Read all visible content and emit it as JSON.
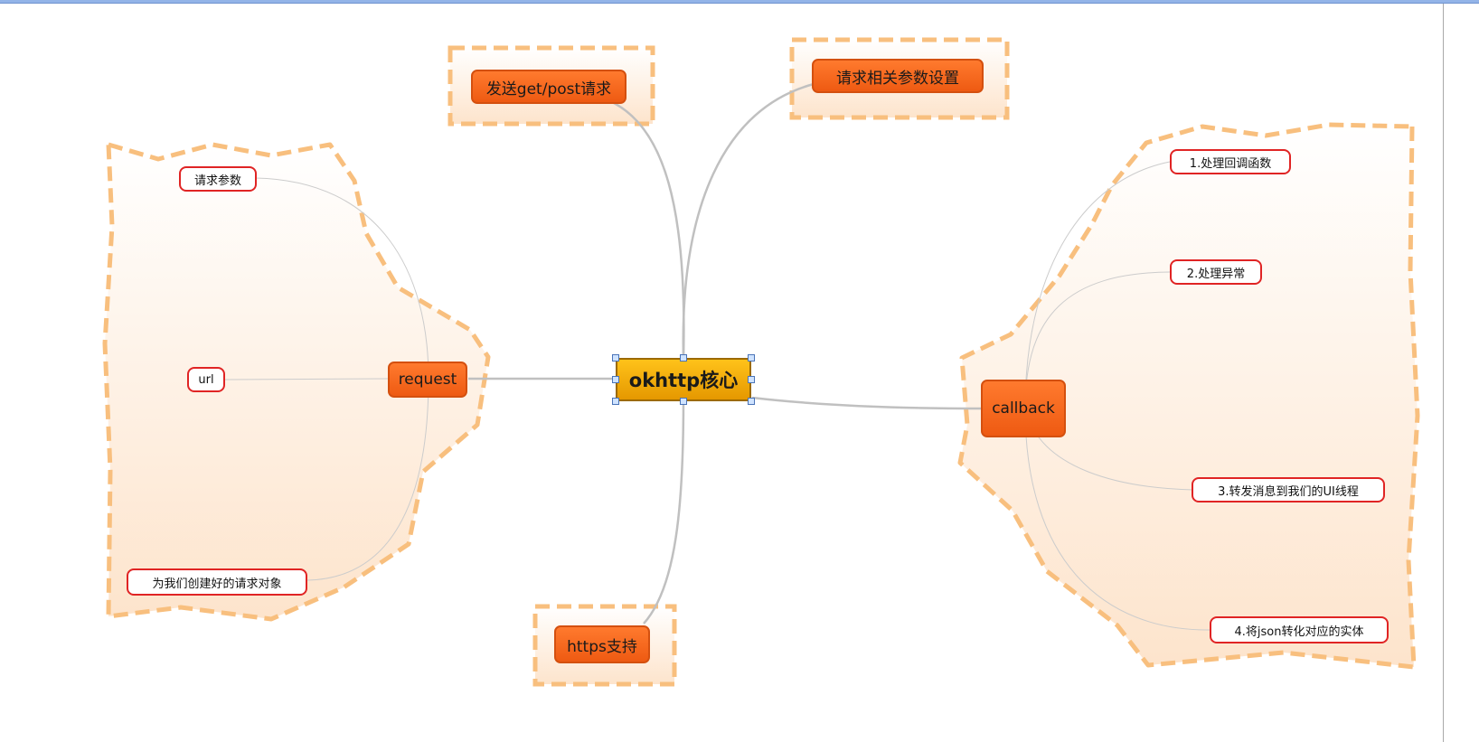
{
  "central": {
    "label": "okhttp核心"
  },
  "topics": {
    "send": "发送get/post请求",
    "params": "请求相关参数设置",
    "request": "request",
    "https": "https支持",
    "callback": "callback"
  },
  "request_children": [
    "请求参数",
    "url",
    "为我们创建好的请求对象"
  ],
  "callback_children": [
    "1.处理回调函数",
    "2.处理异常",
    "3.转发消息到我们的UI线程",
    "4.将json转化对应的实体"
  ],
  "colors": {
    "topic_fill": "#f26a1f",
    "center_fill": "#f2b000",
    "boundary_stroke": "#f8bf7e",
    "subtopic_border": "#e02424",
    "connector": "#c0c0c0"
  }
}
